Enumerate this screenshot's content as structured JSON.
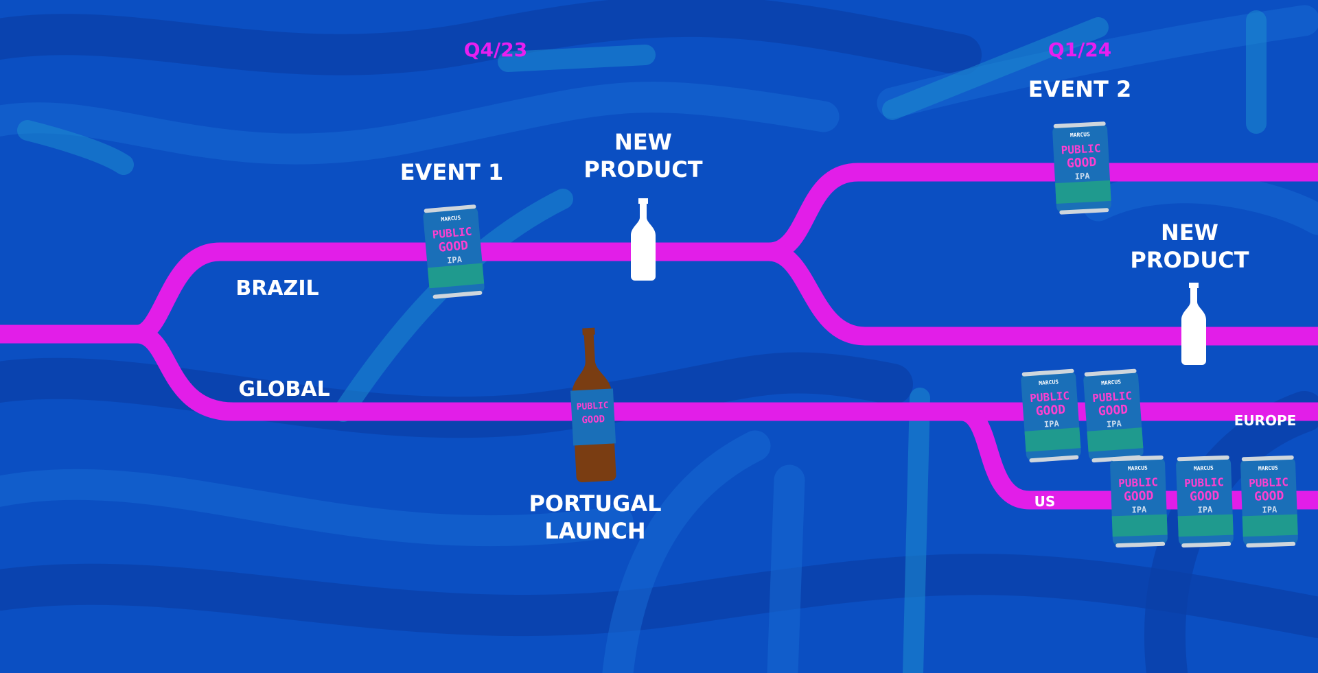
{
  "quarters": [
    "Q4/23",
    "Q1/24"
  ],
  "branches": {
    "brazil": "BRAZIL",
    "global": "GLOBAL",
    "europe": "EUROPE",
    "us": "US"
  },
  "milestones": {
    "event1": "EVENT 1",
    "new_product_1": [
      "NEW",
      "PRODUCT"
    ],
    "event2": "EVENT 2",
    "new_product_2": [
      "NEW",
      "PRODUCT"
    ],
    "portugal_launch": [
      "PORTUGAL",
      "LAUNCH"
    ]
  },
  "can": {
    "brand": "MARCUS",
    "name": [
      "PUBLIC",
      "GOOD"
    ],
    "style": "IPA"
  },
  "colors": {
    "background": "#0b4fc2",
    "rail": "#e21ee8",
    "accent_text": "#e81ff0",
    "can_body": "#1a6fb8",
    "can_band": "#1f9a8e"
  }
}
